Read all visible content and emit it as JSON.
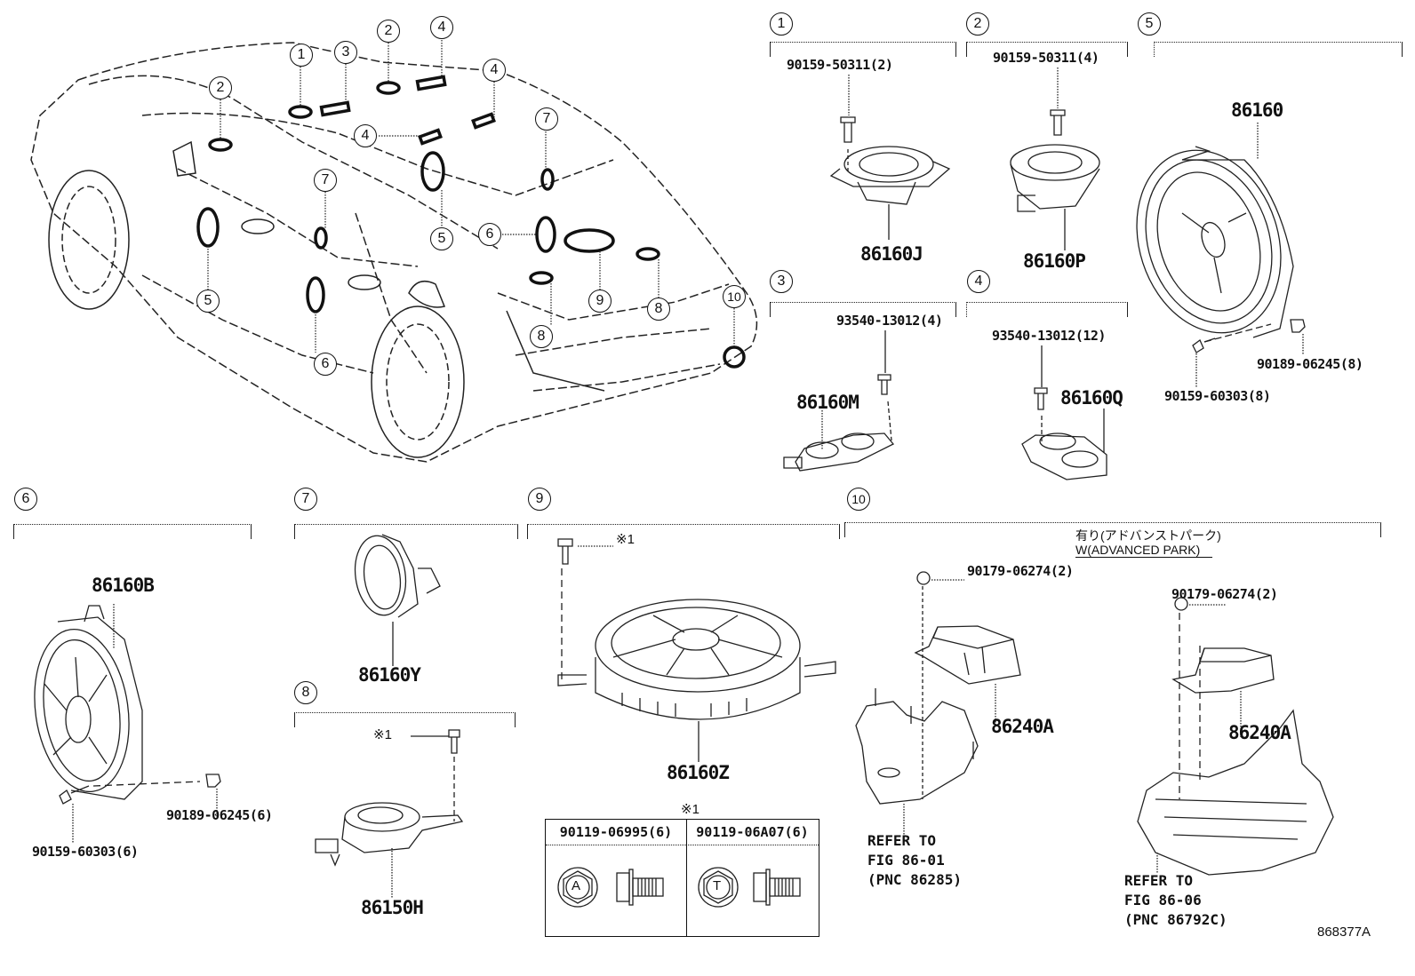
{
  "diagram": {
    "title_code": "868377A",
    "car_callouts": [
      {
        "num": "1",
        "target": "front-upper-tweeter-left"
      },
      {
        "num": "2",
        "target": "dash-speaker"
      },
      {
        "num": "2",
        "target": "dash-speaker-center"
      },
      {
        "num": "3",
        "target": "center-dash-speaker"
      },
      {
        "num": "4",
        "target": "dash-array"
      },
      {
        "num": "4",
        "target": "dash-array"
      },
      {
        "num": "4",
        "target": "dash-array"
      },
      {
        "num": "5",
        "target": "front-door-speaker"
      },
      {
        "num": "5",
        "target": "front-door-speaker"
      },
      {
        "num": "6",
        "target": "rear-door-speaker"
      },
      {
        "num": "6",
        "target": "rear-door-speaker"
      },
      {
        "num": "7",
        "target": "door-tweeter"
      },
      {
        "num": "7",
        "target": "door-tweeter"
      },
      {
        "num": "8",
        "target": "rear-shelf-speaker"
      },
      {
        "num": "8",
        "target": "rear-shelf-speaker"
      },
      {
        "num": "9",
        "target": "subwoofer"
      },
      {
        "num": "10",
        "target": "amplifier"
      }
    ],
    "groups": [
      {
        "num": "1",
        "fasteners": [
          "90159-50311(2)"
        ],
        "parts": [
          "86160J"
        ]
      },
      {
        "num": "2",
        "fasteners": [
          "90159-50311(4)"
        ],
        "parts": [
          "86160P"
        ]
      },
      {
        "num": "5",
        "fasteners": [
          "90189-06245(8)",
          "90159-60303(8)"
        ],
        "parts": [
          "86160"
        ]
      },
      {
        "num": "3",
        "fasteners": [
          "93540-13012(4)"
        ],
        "parts": [
          "86160M"
        ]
      },
      {
        "num": "4",
        "fasteners": [
          "93540-13012(12)"
        ],
        "parts": [
          "86160Q"
        ]
      },
      {
        "num": "6",
        "fasteners": [
          "90189-06245(6)",
          "90159-60303(6)"
        ],
        "parts": [
          "86160B"
        ]
      },
      {
        "num": "7",
        "fasteners": [],
        "parts": [
          "86160Y"
        ]
      },
      {
        "num": "8",
        "fasteners": [
          "※1"
        ],
        "parts": [
          "86150H"
        ]
      },
      {
        "num": "9",
        "fasteners": [
          "※1"
        ],
        "parts": [
          "86160Z"
        ]
      },
      {
        "num": "10",
        "fasteners": [
          "90179-06274(2)",
          "90179-06274(2)"
        ],
        "parts": [
          "86240A",
          "86240A"
        ]
      }
    ],
    "note_x1": {
      "label": "※1",
      "columns": [
        {
          "part": "90119-06995(6)",
          "head_mark": "A"
        },
        {
          "part": "90119-06A07(6)",
          "head_mark": "T"
        }
      ]
    },
    "advanced_park": {
      "jp": "有り(アドバンストパーク)",
      "en": "W(ADVANCED PARK)"
    },
    "refer_1": "REFER TO\nFIG 86-01\n(PNC 86285)",
    "refer_2": "REFER TO\nFIG 86-06\n(PNC 86792C)"
  }
}
